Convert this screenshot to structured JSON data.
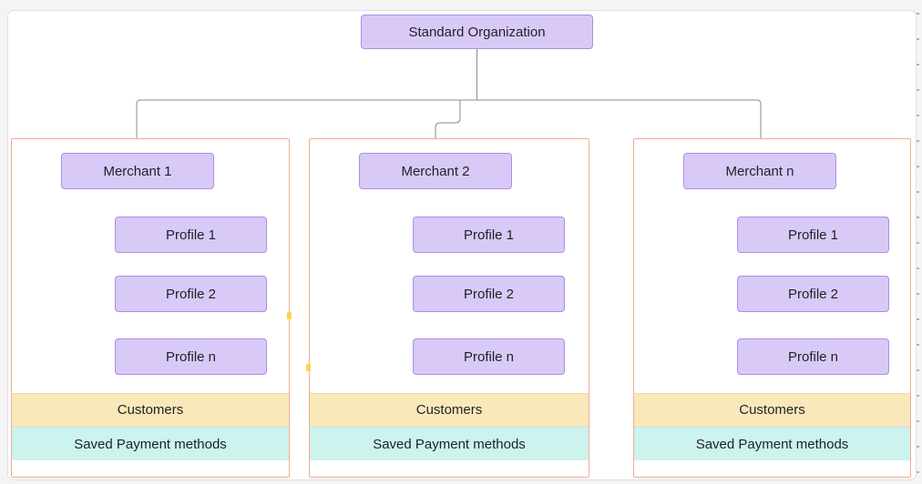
{
  "root_label": "Standard Organization",
  "groups": [
    {
      "merchant": "Merchant 1",
      "profiles": [
        "Profile 1",
        "Profile 2",
        "Profile n"
      ],
      "customers": "Customers",
      "saved_payments": "Saved Payment methods"
    },
    {
      "merchant": "Merchant 2",
      "profiles": [
        "Profile 1",
        "Profile 2",
        "Profile n"
      ],
      "customers": "Customers",
      "saved_payments": "Saved Payment methods"
    },
    {
      "merchant": "Merchant n",
      "profiles": [
        "Profile 1",
        "Profile 2",
        "Profile n"
      ],
      "customers": "Customers",
      "saved_payments": "Saved Payment methods"
    }
  ],
  "colors": {
    "node_fill": "#d8c9f7",
    "node_border": "#ab8ee7",
    "group_border": "#f0ac93",
    "customers_fill": "#f9e8ba",
    "payments_fill": "#ccf3ed",
    "connector": "#8b8b8b",
    "anchor_marker": "#ffd44d",
    "page_background": "#f4f4f5",
    "canvas_background": "#ffffff"
  }
}
